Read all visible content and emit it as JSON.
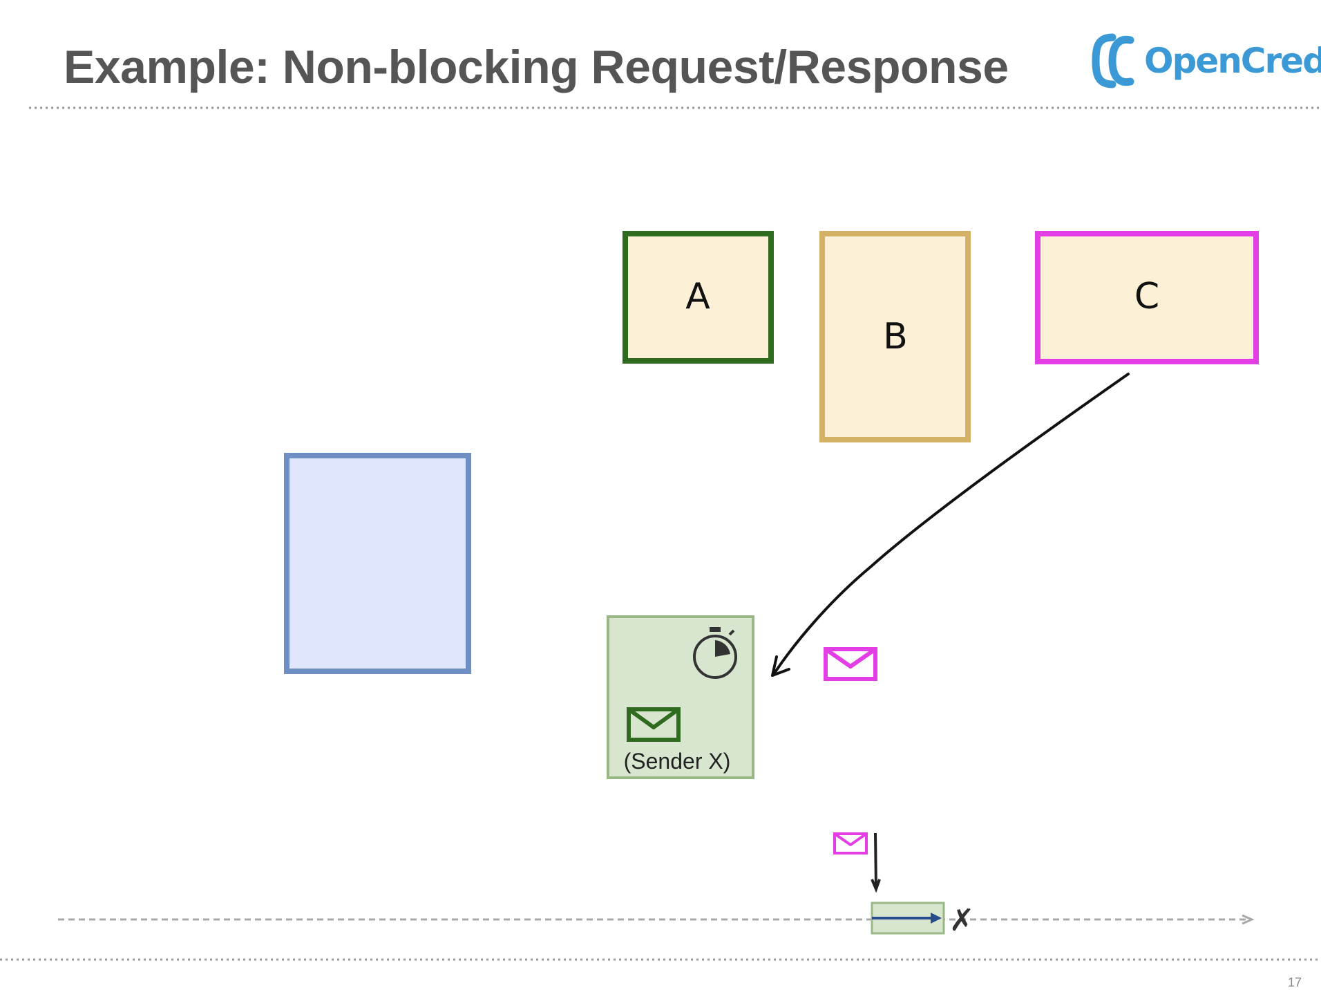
{
  "slide": {
    "title": "Example: Non-blocking Request/Response",
    "number": "17"
  },
  "logo": {
    "text": "OpenCredo",
    "color": "#3b9ad6"
  },
  "diagram": {
    "boxes": [
      {
        "id": "a",
        "label": "A",
        "border": "#2e6b1e",
        "fill": "#fcf1d6"
      },
      {
        "id": "b",
        "label": "B",
        "border": "#d4b265",
        "fill": "#fcf1d6"
      },
      {
        "id": "c",
        "label": "C",
        "border": "#e33ee6",
        "fill": "#fcf1d6"
      },
      {
        "id": "blank",
        "label": "",
        "border": "#6f8fc4",
        "fill": "#dfe5fb"
      }
    ],
    "actor": {
      "label": "(Sender X)",
      "border": "#98b886",
      "fill": "#d8e6cf",
      "icons": [
        "stopwatch-icon",
        "envelope-icon"
      ]
    },
    "messages": [
      "envelope-icon",
      "envelope-icon"
    ],
    "timeline": {
      "end_mark": "✗"
    },
    "colors": {
      "message_magenta": "#e33ee6",
      "envelope_green": "#2e6b1e",
      "timeline_arrow": "#2a4c8a"
    }
  }
}
